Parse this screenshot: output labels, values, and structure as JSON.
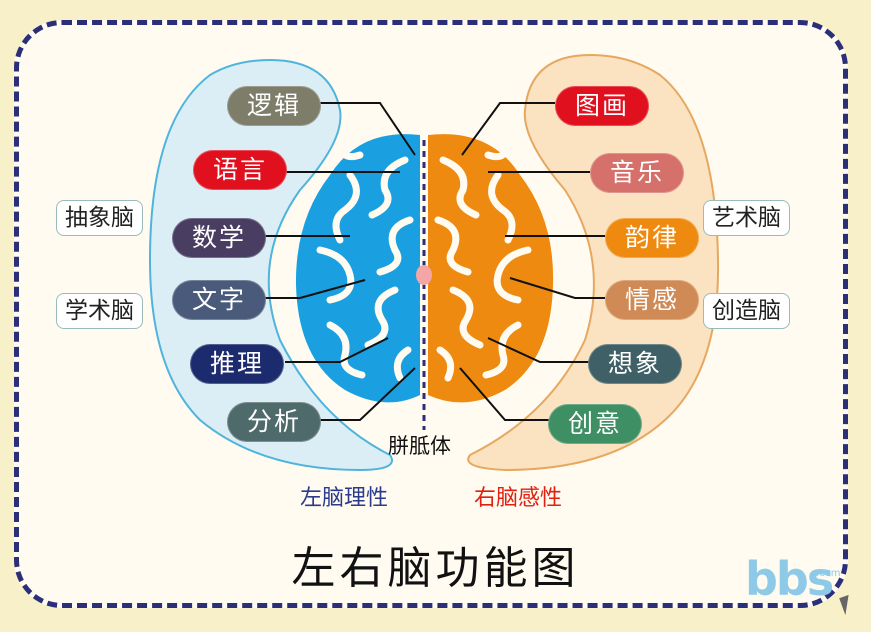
{
  "title": "左右脑功能图",
  "corpus_label": "胼胝体",
  "left_caption": "左脑理性",
  "right_caption": "右脑感性",
  "left_side_labels": [
    "抽象脑",
    "学术脑"
  ],
  "right_side_labels": [
    "艺术脑",
    "创造脑"
  ],
  "left_functions": [
    "逻辑",
    "语言",
    "数学",
    "文字",
    "推理",
    "分析"
  ],
  "right_functions": [
    "图画",
    "音乐",
    "韵律",
    "情感",
    "想象",
    "创意"
  ],
  "watermark": "bbs",
  "watermark_small": ".com",
  "colors": {
    "left_brain": "#1aa0e0",
    "right_brain": "#ee8a10",
    "left_zone": "#dbeef5",
    "right_zone": "#fbe2c0",
    "frame": "#2b2f7a",
    "left_caption": "#2b3a8a",
    "right_caption": "#e02010"
  },
  "pill_colors": {
    "逻辑": "#7d7d6a",
    "语言": "#e0101e",
    "数学": "#4a3d62",
    "文字": "#4a5a7a",
    "推理": "#1c2a6e",
    "分析": "#4f6a6a",
    "图画": "#e0101e",
    "音乐": "#d5706a",
    "韵律": "#ee8a10",
    "情感": "#cf8a55",
    "想象": "#3f6066",
    "创意": "#3f8f64"
  }
}
